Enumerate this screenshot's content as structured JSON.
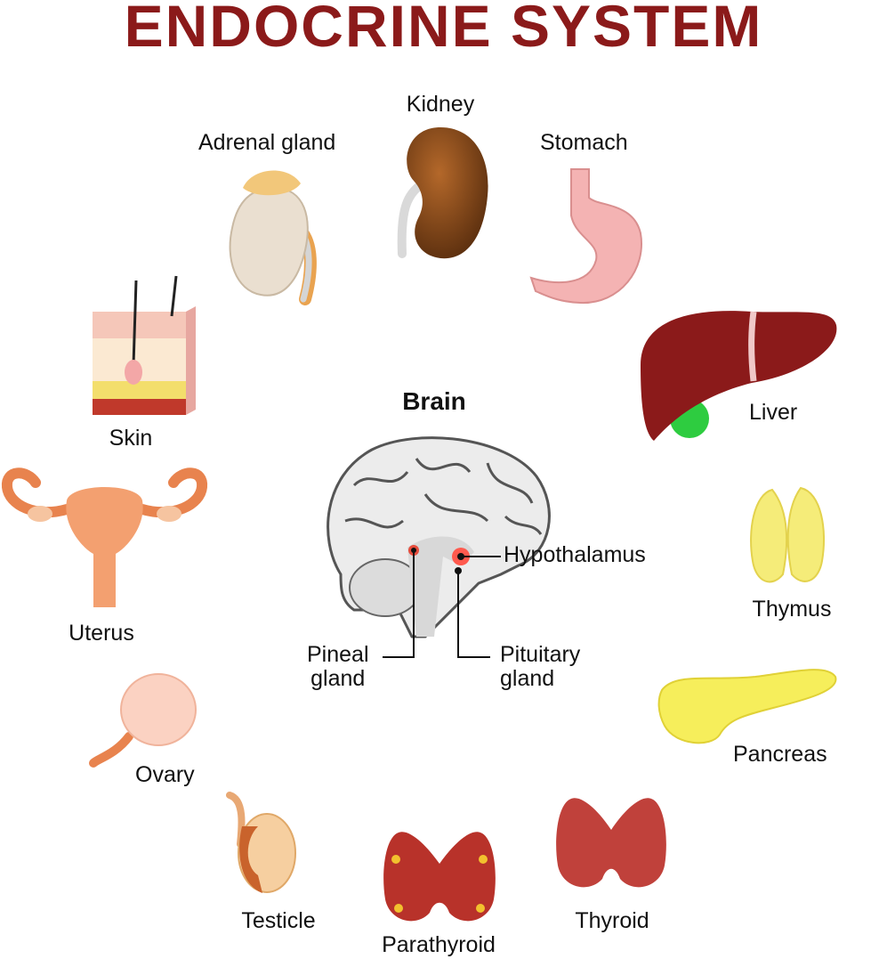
{
  "title": "ENDOCRINE SYSTEM",
  "title_color": "#8b1a1a",
  "brain": {
    "title": "Brain",
    "hypothalamus": "Hypothalamus",
    "pineal_line1": "Pineal",
    "pineal_line2": "gland",
    "pituitary_line1": "Pituitary",
    "pituitary_line2": "gland"
  },
  "organs": {
    "kidney": "Kidney",
    "adrenal": "Adrenal gland",
    "stomach": "Stomach",
    "liver": "Liver",
    "skin": "Skin",
    "uterus": "Uterus",
    "thymus": "Thymus",
    "pancreas": "Pancreas",
    "ovary": "Ovary",
    "testicle": "Testicle",
    "parathyroid": "Parathyroid",
    "thyroid": "Thyroid"
  },
  "icons": [
    "kidney-icon",
    "adrenal-gland-icon",
    "stomach-icon",
    "liver-icon",
    "skin-icon",
    "uterus-icon",
    "brain-icon",
    "thymus-icon",
    "pancreas-icon",
    "ovary-icon",
    "testicle-icon",
    "parathyroid-icon",
    "thyroid-icon"
  ]
}
